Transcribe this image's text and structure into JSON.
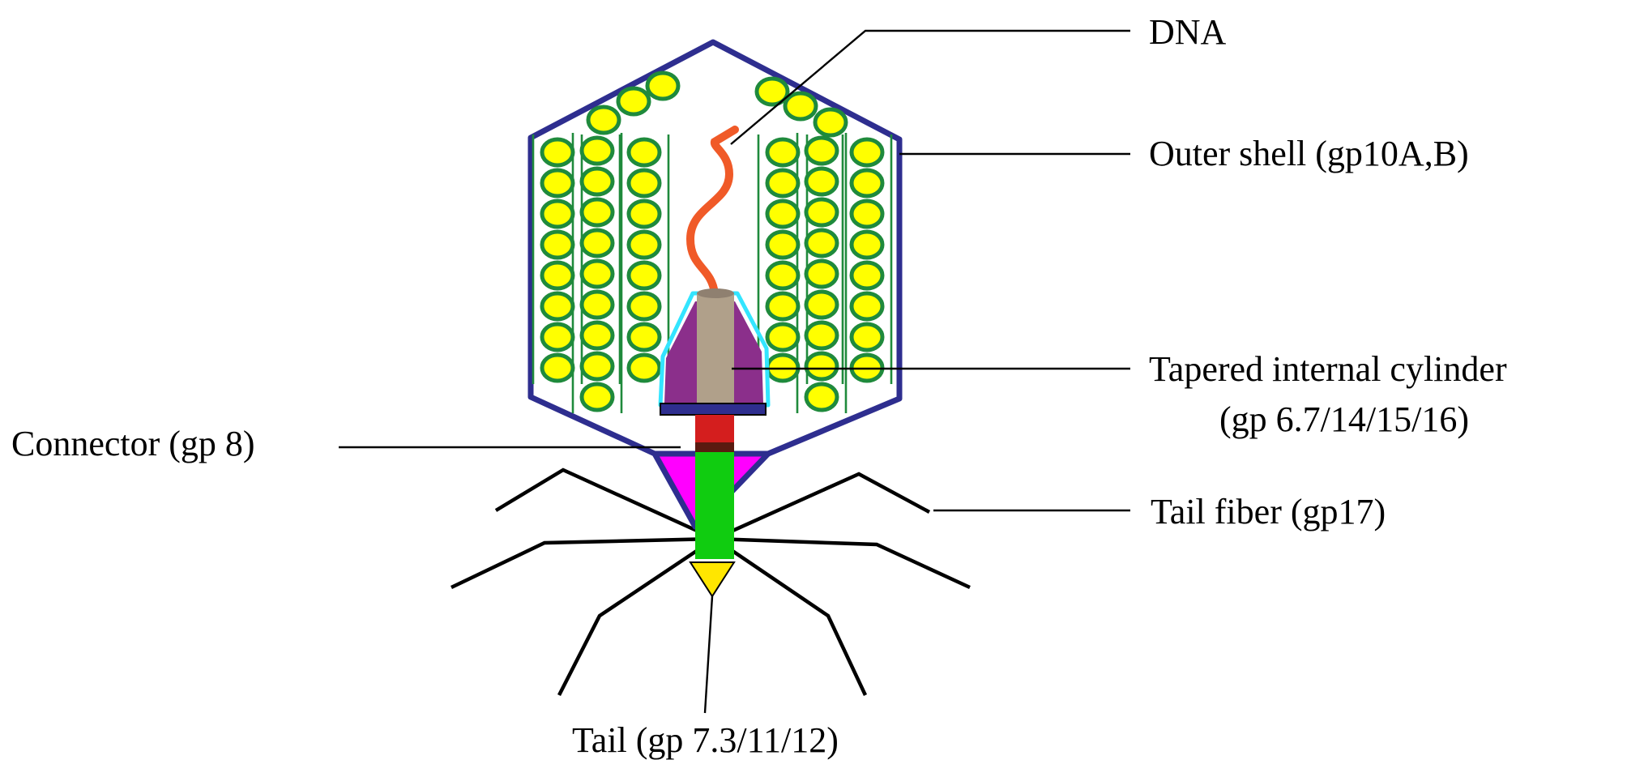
{
  "labels": {
    "dna": "DNA",
    "outer_shell": "Outer shell (gp10A,B)",
    "cylinder_line1": "Tapered internal cylinder",
    "cylinder_line2": "(gp 6.7/14/15/16)",
    "connector": "Connector (gp 8)",
    "tail_fiber": "Tail fiber (gp17)",
    "tail": "Tail (gp 7.3/11/12)"
  },
  "colors": {
    "shell_outline": "#2e2e8f",
    "dna_packed_fill": "#ffff00",
    "dna_packed_ring": "#1f8a3c",
    "dna_strand": "#f05a28",
    "cylinder": "#b0a08a",
    "cylinder_cone": "#8b2f8b",
    "cylinder_halo": "#33e5ff",
    "connector": "#d41e1e",
    "collar": "#ff00ff",
    "tail": "#10cc10",
    "tail_tip": "#ffe600",
    "tail_fiber": "#000000"
  }
}
